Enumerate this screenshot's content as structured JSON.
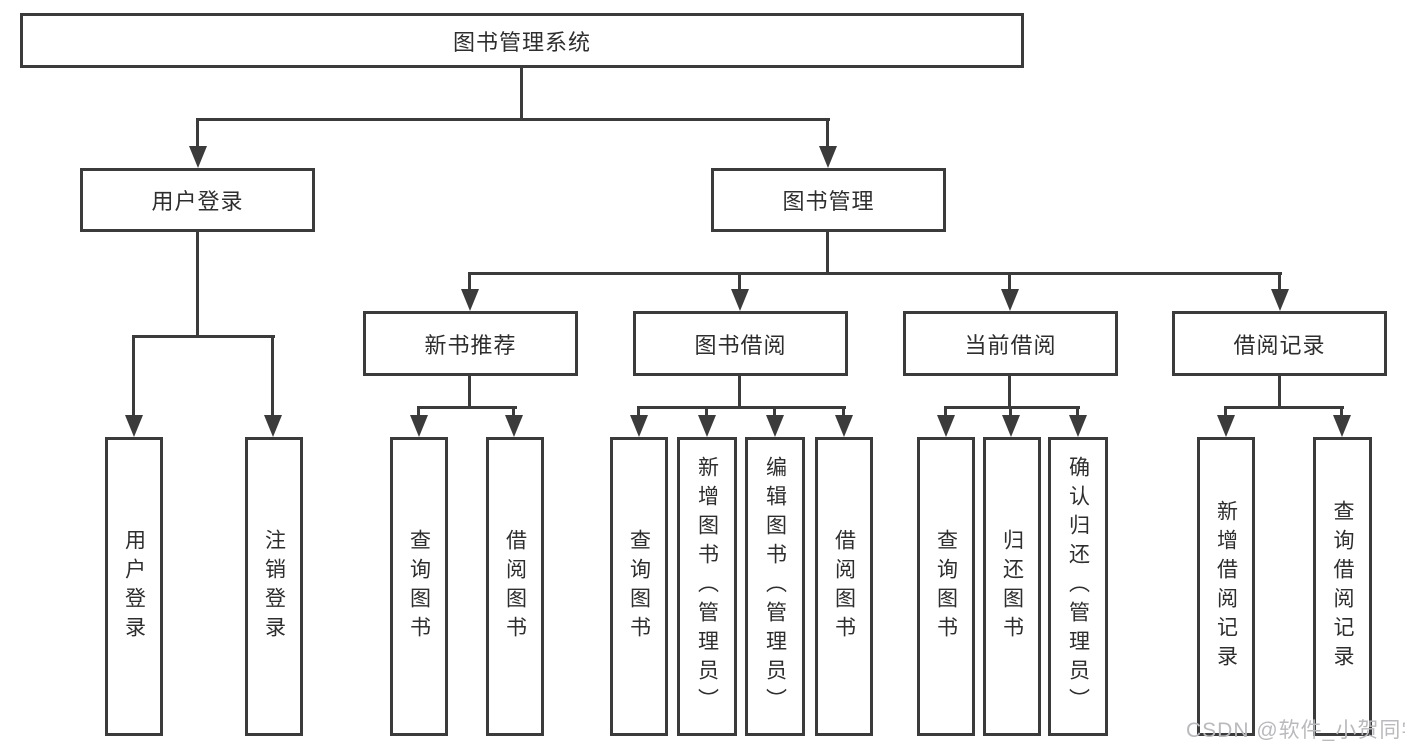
{
  "nodes": {
    "root": "图书管理系统",
    "user_login": "用户登录",
    "book_mgmt": "图书管理",
    "new_books": "新书推荐",
    "book_borrow": "图书借阅",
    "current_borrow": "当前借阅",
    "borrow_records": "借阅记录"
  },
  "leaves": {
    "user_login": "用户登录",
    "logout": "注销登录",
    "nb_query": "查询图书",
    "nb_borrow": "借阅图书",
    "bb_query": "查询图书",
    "bb_add": "新增图书（管理员）",
    "bb_edit": "编辑图书（管理员）",
    "bb_borrow": "借阅图书",
    "cb_query": "查询图书",
    "cb_return": "归还图书",
    "cb_confirm": "确认归还（管理员）",
    "br_add": "新增借阅记录",
    "br_query": "查询借阅记录"
  },
  "structure": {
    "root": [
      "user_login",
      "book_mgmt"
    ],
    "user_login": [
      "leaf_user_login",
      "leaf_logout"
    ],
    "book_mgmt": [
      "new_books",
      "book_borrow",
      "current_borrow",
      "borrow_records"
    ],
    "new_books": [
      "nb_query",
      "nb_borrow"
    ],
    "book_borrow": [
      "bb_query",
      "bb_add",
      "bb_edit",
      "bb_borrow"
    ],
    "current_borrow": [
      "cb_query",
      "cb_return",
      "cb_confirm"
    ],
    "borrow_records": [
      "br_add",
      "br_query"
    ]
  },
  "watermark": "CSDN @软件_小贺同学",
  "colors": {
    "line": "#3b3b3b",
    "text": "#2e2e2e",
    "background": "#ffffff",
    "watermark": "#b9babd"
  }
}
